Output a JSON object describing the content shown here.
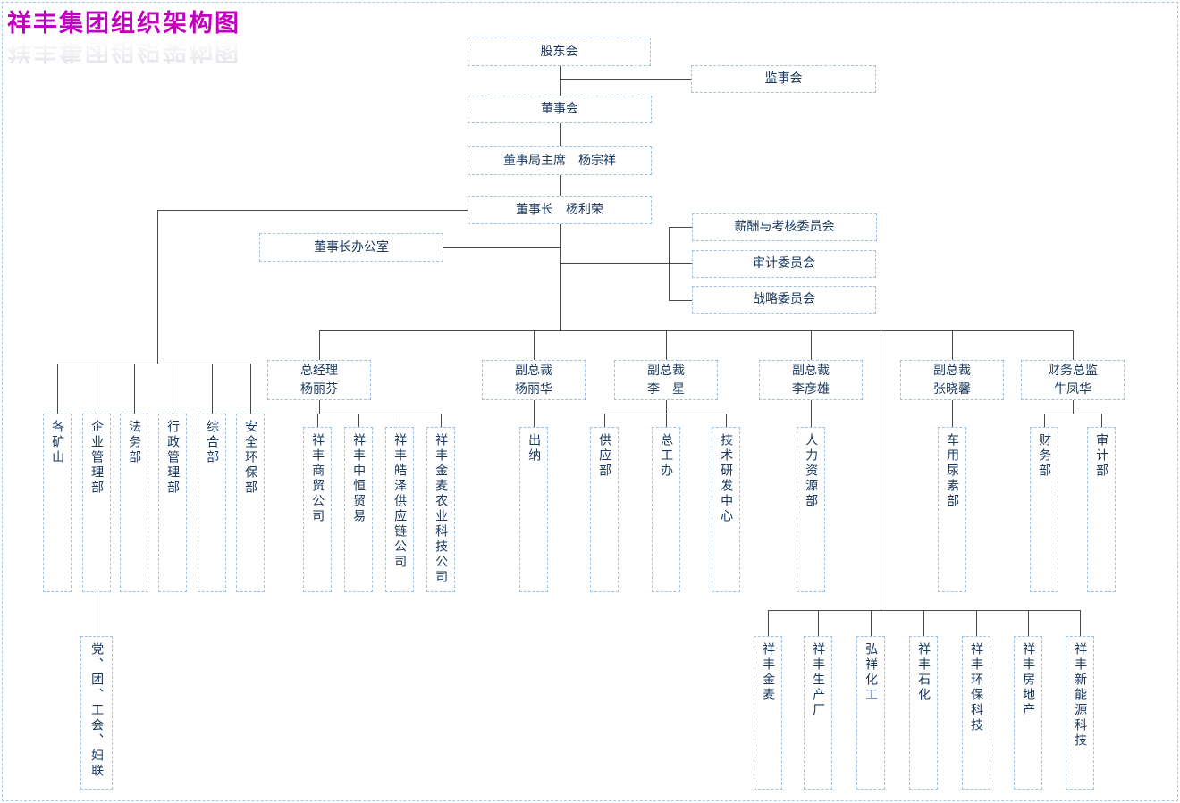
{
  "title": "祥丰集团组织架构图",
  "colors": {
    "title": "#bf00bf",
    "box_border": "#9dc3e6",
    "text": "#17375e",
    "line": "#4a4a4a"
  },
  "org": {
    "shareholders": "股东会",
    "supervisory_board": "监事会",
    "board_of_directors": "董事会",
    "board_chairman": "董事局主席　杨宗祥",
    "chairman": "董事长　杨利荣",
    "chairman_office": "董事长办公室",
    "committees": [
      "薪酬与考核委员会",
      "审计委员会",
      "战略委员会"
    ],
    "executives": [
      {
        "title": "总经理",
        "name": "杨丽芬"
      },
      {
        "title": "副总裁",
        "name": "杨丽华"
      },
      {
        "title": "副总裁",
        "name": "李　星"
      },
      {
        "title": "副总裁",
        "name": "李彦雄"
      },
      {
        "title": "副总裁",
        "name": "张晓馨"
      },
      {
        "title": "财务总监",
        "name": "牛凤华"
      }
    ],
    "chairman_departments": [
      "各矿山",
      "企业管理部",
      "法务部",
      "行政管理部",
      "综合部",
      "安全环保部"
    ],
    "party_org": "党、团、工会、妇联",
    "gm_companies": [
      "祥丰商贸公司",
      "祥丰中恒贸易",
      "祥丰皓泽供应链公司",
      "祥丰金麦农业科技公司"
    ],
    "vp_yanglihua_depts": [
      "出纳"
    ],
    "vp_lixing_depts": [
      "供应部",
      "总工办",
      "技术研发中心"
    ],
    "vp_liyanxiong_depts": [
      "人力资源部"
    ],
    "vp_zhangxiaoxin_depts": [
      "车用尿素部"
    ],
    "cfo_depts": [
      "财务部",
      "审计部"
    ],
    "subsidiaries": [
      "祥丰金麦",
      "祥丰生产厂",
      "弘祥化工",
      "祥丰石化",
      "祥丰环保科技",
      "祥丰房地产",
      "祥丰新能源科技"
    ]
  }
}
